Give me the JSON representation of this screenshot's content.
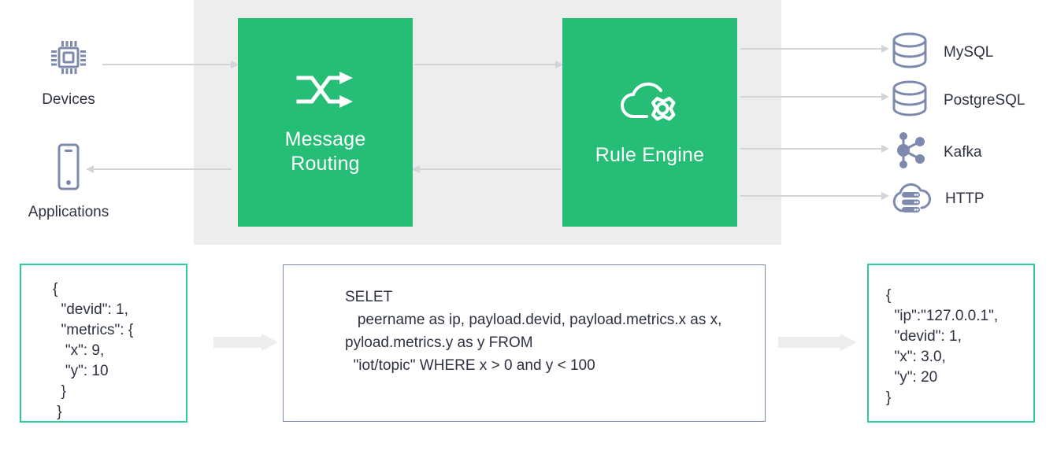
{
  "diagram": {
    "title": "EMQX message routing and rule engine data flow",
    "colors": {
      "process_green": "#26bd77",
      "panel_gray": "#ededed",
      "connector_gray": "#d3d4d8",
      "icon_slate": "#7d89ad",
      "text_dark": "#2d3142",
      "border_green": "#2ecc8f",
      "border_blue": "#7d89ad"
    }
  },
  "sources": [
    {
      "id": "devices",
      "label": "Devices",
      "icon": "microchip-icon"
    },
    {
      "id": "applications",
      "label": "Applications",
      "icon": "mobile-phone-icon"
    }
  ],
  "processes": [
    {
      "id": "message-routing",
      "label": "Message\nRouting",
      "label_line1": "Message",
      "label_line2": "Routing",
      "icon": "shuffle-arrows-icon"
    },
    {
      "id": "rule-engine",
      "label": "Rule Engine",
      "icon": "cloud-gear-icon"
    }
  ],
  "destinations": [
    {
      "id": "mysql",
      "label": "MySQL",
      "icon": "database-cylinder-icon"
    },
    {
      "id": "postgresql",
      "label": "PostgreSQL",
      "icon": "database-cylinder-icon"
    },
    {
      "id": "kafka",
      "label": "Kafka",
      "icon": "node-graph-icon"
    },
    {
      "id": "http",
      "label": "HTTP",
      "icon": "cloud-server-icon"
    }
  ],
  "connectors": [
    {
      "id": "devices-to-routing",
      "from": "devices",
      "to": "message-routing",
      "direction": "right"
    },
    {
      "id": "routing-to-engine",
      "from": "message-routing",
      "to": "rule-engine",
      "direction": "right"
    },
    {
      "id": "engine-to-routing",
      "from": "rule-engine",
      "to": "message-routing",
      "direction": "left"
    },
    {
      "id": "routing-to-applications",
      "from": "message-routing",
      "to": "applications",
      "direction": "left"
    },
    {
      "id": "engine-to-mysql",
      "from": "rule-engine",
      "to": "mysql",
      "direction": "right"
    },
    {
      "id": "engine-to-postgresql",
      "from": "rule-engine",
      "to": "postgresql",
      "direction": "right"
    },
    {
      "id": "engine-to-kafka",
      "from": "rule-engine",
      "to": "kafka",
      "direction": "right"
    },
    {
      "id": "engine-to-http",
      "from": "rule-engine",
      "to": "http",
      "direction": "right"
    }
  ],
  "code_panels": {
    "input_payload": {
      "id": "input-payload",
      "border": "green",
      "text": "{\n  \"devid\": 1,\n  \"metrics\": {\n   \"x\": 9,\n   \"y\": 10\n  }\n }"
    },
    "sql_rule": {
      "id": "sql-rule",
      "border": "blue",
      "text": "SELET\n   peername as ip, payload.devid, payload.metrics.x as x, pyload.metrics.y as y FROM\n  \"iot/topic\" WHERE x > 0 and y < 100"
    },
    "output_payload": {
      "id": "output-payload",
      "border": "green",
      "text": "{\n  \"ip\":\"127.0.0.1\",\n  \"devid\": 1,\n  \"x\": 3.0,\n  \"y\": 20\n}"
    }
  },
  "flow_arrows": [
    {
      "id": "input-to-sql",
      "from": "input-payload",
      "to": "sql-rule"
    },
    {
      "id": "sql-to-output",
      "from": "sql-rule",
      "to": "output-payload"
    }
  ]
}
